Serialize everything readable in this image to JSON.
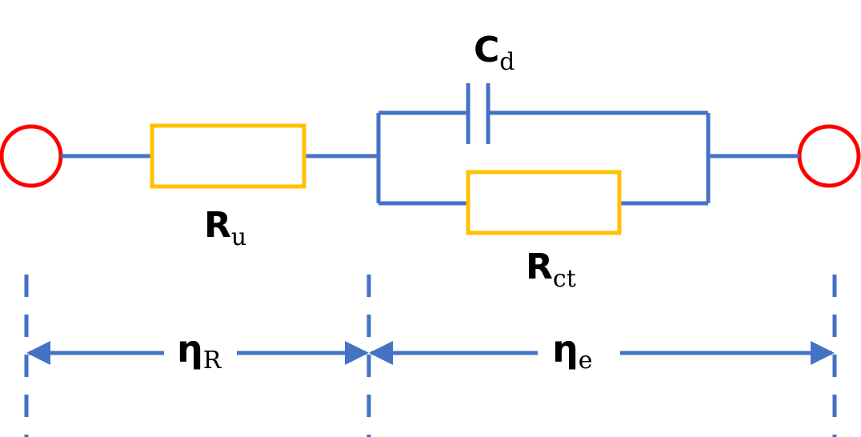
{
  "colors": {
    "wire": "#4472C4",
    "resistor": "#FFC000",
    "terminal": "#FF0000",
    "text": "#000000"
  },
  "labels": {
    "cd_main": "C",
    "cd_sub": "d",
    "ru_main": "R",
    "ru_sub": "u",
    "rct_main": "R",
    "rct_sub": "ct",
    "eta_r_main": "η",
    "eta_r_sub": "R",
    "eta_e_main": "η",
    "eta_e_sub": "e"
  }
}
